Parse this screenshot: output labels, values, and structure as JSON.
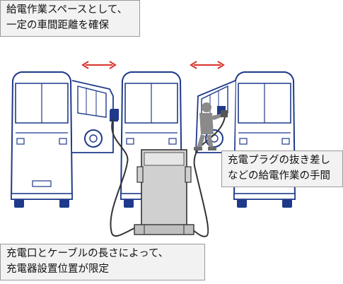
{
  "callouts": {
    "top_left": {
      "line1": "給電作業スペースとして、",
      "line2": "一定の車間距離を確保"
    },
    "right": {
      "line1": "充電プラグの抜き差し",
      "line2": "などの給電作業の手間"
    },
    "bottom_left": {
      "line1": "充電口とケーブルの長さによって、",
      "line2": "充電器設置位置が限定"
    }
  },
  "colors": {
    "bus_outline": "#1f3a8a",
    "spacing_arrow": "#d9332b",
    "charger_fill": "#d0d0d0",
    "worker_fill": "#8a8a8a",
    "callout_bg": "#f2f2f2"
  },
  "icons": {
    "bus": "bus-rear-icon",
    "charger": "charger-icon",
    "worker": "worker-figure-icon",
    "arrow": "double-arrow-icon"
  }
}
